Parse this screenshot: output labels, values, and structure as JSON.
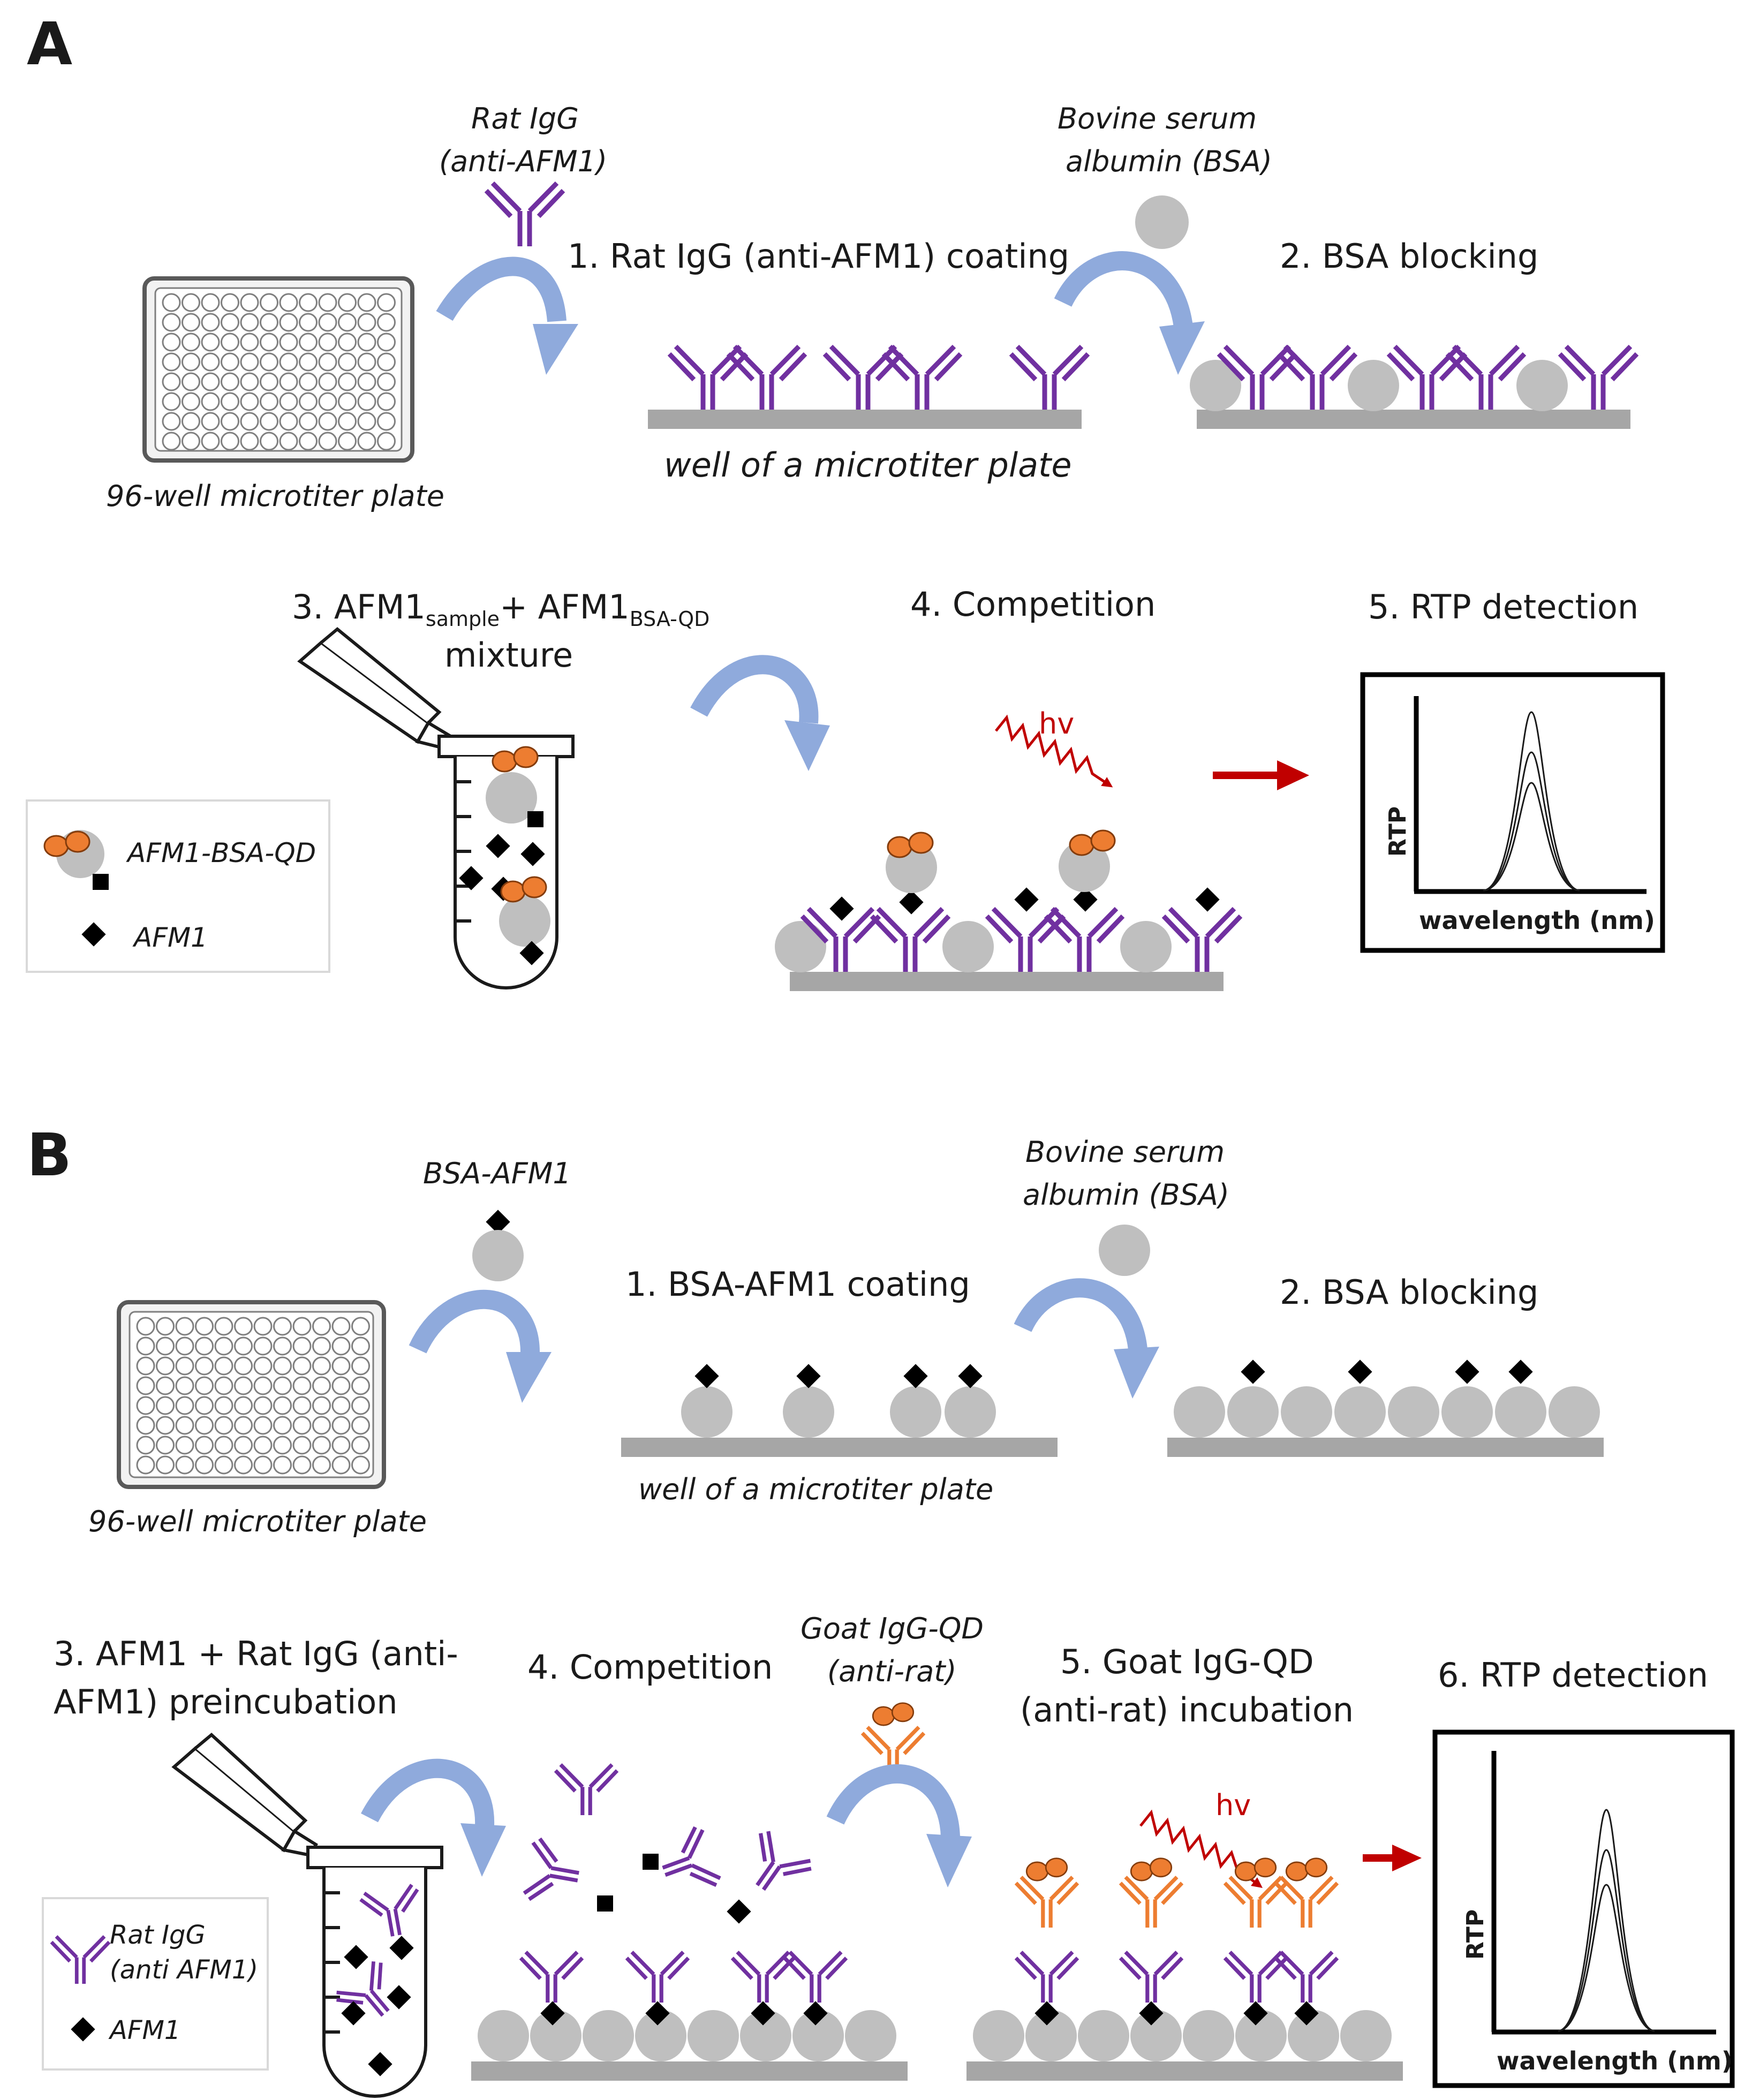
{
  "panel_a": {
    "letter": "A",
    "rat_igg_label_1": "Rat IgG",
    "rat_igg_label_2": "(anti-AFM1)",
    "step1": "1. Rat IgG (anti-AFM1) coating",
    "bsa_label_1": "Bovine serum",
    "bsa_label_2": "albumin (BSA)",
    "step2": "2. BSA blocking",
    "plate_label": "96-well microtiter plate",
    "well_label": "well of a microtiter plate",
    "step3_prefix": "3. AFM1",
    "step3_sub1": "sample",
    "step3_mid": "+ AFM1",
    "step3_sub2": "BSA-QD",
    "step3_line2": "mixture",
    "step4": "4. Competition",
    "step5": "5. RTP detection",
    "hv": "hv",
    "legend_conj": "AFM1-BSA-QD",
    "legend_afm1": "AFM1",
    "chart_ylabel": "RTP",
    "chart_xlabel": "wavelength (nm)"
  },
  "panel_b": {
    "letter": "B",
    "bsa_afm1_label": "BSA-AFM1",
    "step1": "1. BSA-AFM1 coating",
    "bsa_label_1": "Bovine serum",
    "bsa_label_2": "albumin (BSA)",
    "step2": "2. BSA blocking",
    "plate_label": "96-well microtiter plate",
    "well_label": "well of a microtiter plate",
    "step3_line1": "3. AFM1 +  Rat IgG (anti-",
    "step3_line2": "AFM1) preincubation",
    "step4": "4. Competition",
    "goat_label_1": "Goat IgG-QD",
    "goat_label_2": "(anti-rat)",
    "step5_line1": "5. Goat IgG-QD",
    "step5_line2": "(anti-rat) incubation",
    "step6": "6. RTP detection",
    "hv": "hv",
    "legend_rat_1": "Rat IgG",
    "legend_rat_2": "(anti AFM1)",
    "legend_afm1": "AFM1",
    "chart_ylabel": "RTP",
    "chart_xlabel": "wavelength (nm)"
  },
  "colors": {
    "antibody": "#7030a0",
    "goat_antibody": "#ed7d31",
    "qd": "#ed7d31",
    "bsa": "#bfbfbf",
    "afm1": "#000000",
    "arrow_blue": "#8faadc",
    "arrow_red": "#c00000",
    "surface": "#a6a6a6"
  }
}
